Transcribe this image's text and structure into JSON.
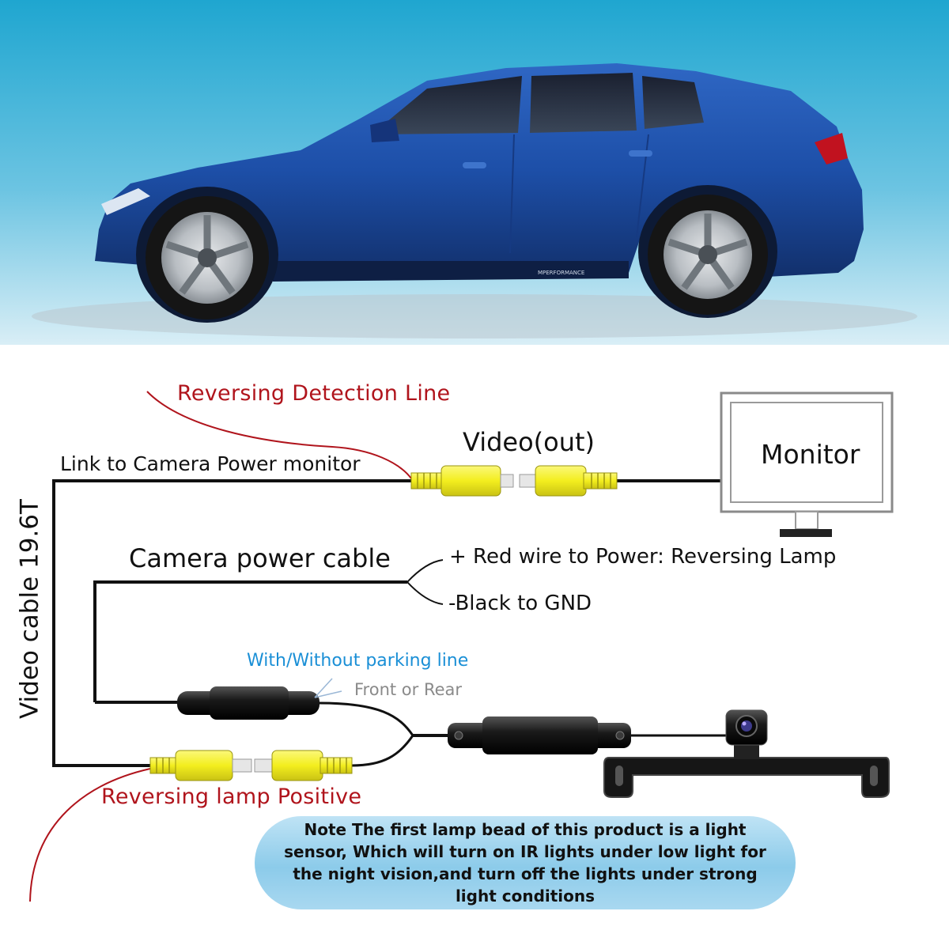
{
  "labels": {
    "reversing_detection_line": "Reversing Detection Line",
    "link_to_camera": "Link to Camera Power monitor",
    "video_out": "Video(out)",
    "monitor": "Monitor",
    "camera_power_cable": "Camera power cable",
    "red_wire": "+ Red wire to Power: Reversing Lamp",
    "black_gnd": "-Black to GND",
    "parking_line": "With/Without parking line",
    "front_rear": "Front or Rear",
    "reversing_lamp_positive": "Reversing lamp Positive",
    "video_cable": "Video cable 19.6T"
  },
  "note": "Note The first lamp bead of this product is a light sensor, Which will turn on IR lights under low light for the night vision,and turn off the lights under strong light conditions",
  "colors": {
    "sky_top": "#1fa6d0",
    "sky_bottom": "#d6edf5",
    "car_body": "#1d4fa8",
    "red_text": "#b0141c",
    "blue_text": "#1a8fd6",
    "connector_yellow": "#f3ee1e"
  }
}
